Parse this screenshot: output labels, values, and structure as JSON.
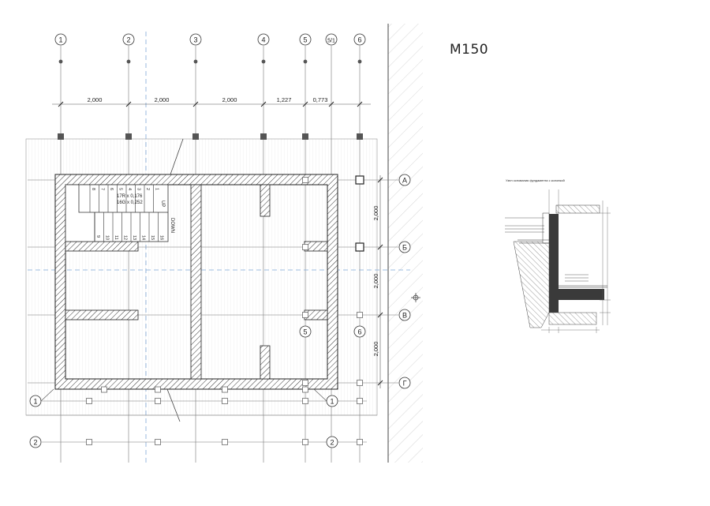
{
  "sheet": {
    "scale_label": "M150"
  },
  "grid_columns": [
    {
      "label": "1"
    },
    {
      "label": "2"
    },
    {
      "label": "3"
    },
    {
      "label": "4"
    },
    {
      "label": "5"
    },
    {
      "label": "5/1"
    },
    {
      "label": "6"
    }
  ],
  "grid_rows": [
    {
      "label": "А"
    },
    {
      "label": "Б"
    },
    {
      "label": "В"
    },
    {
      "label": "Г"
    }
  ],
  "lower_row_labels": [
    "1",
    "2"
  ],
  "inner_callouts": [
    "5",
    "6"
  ],
  "dimensions_horizontal": [
    "2,000",
    "2,000",
    "2,000",
    "1,227",
    "0,773"
  ],
  "dimensions_vertical": [
    "2,000",
    "2,000",
    "2,000"
  ],
  "stair": {
    "upper_steps": [
      "8",
      "7",
      "6",
      "5",
      "4",
      "3",
      "2",
      "1"
    ],
    "lower_steps": [
      "9",
      "10",
      "11",
      "12",
      "13",
      "14",
      "15",
      "16"
    ],
    "note_1": "17R x 0,176",
    "note_2": "16G x 0,252",
    "up_label": "UP",
    "down_label": "DOWN"
  },
  "detail": {
    "title": "Узел основания фундамента с колонкой"
  }
}
